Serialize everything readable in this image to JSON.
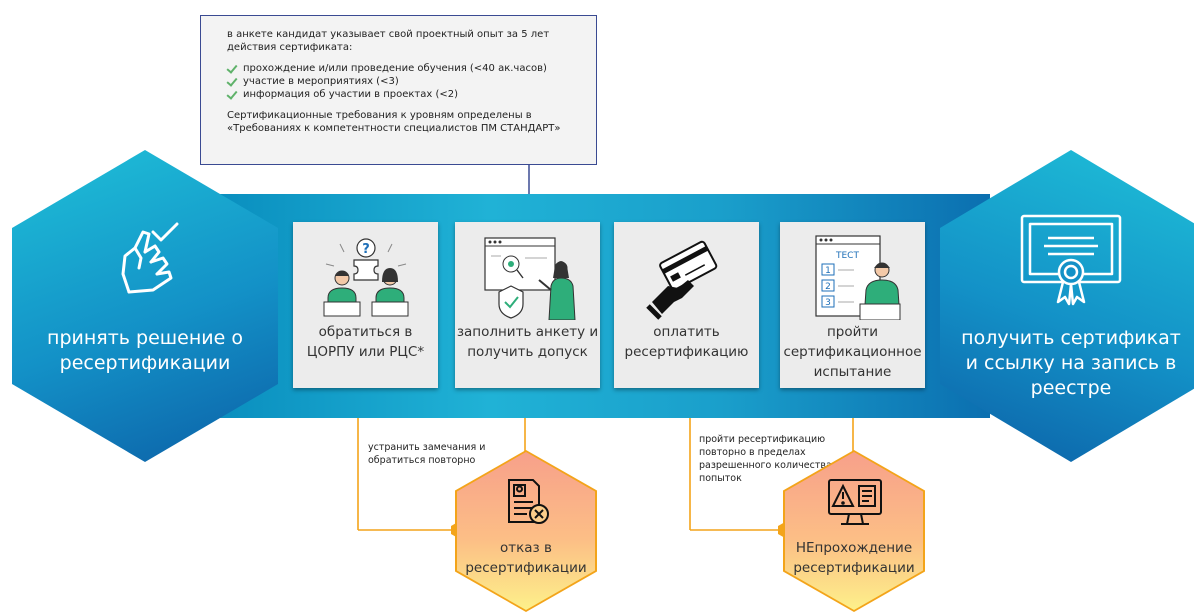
{
  "callout": {
    "intro": "в анкете кандидат указывает свой проектный опыт за 5 лет действия сертификата:",
    "items": [
      "прохождение и/или проведение обучения (<40 ак.часов)",
      "участие в мероприятиях (<3)",
      "информация об участии в проектах (<2)"
    ],
    "footer": "Сертификационные требования к уровням определены в «Требованиях к компетентности специалистов ПМ СТАНДАРТ»"
  },
  "start": {
    "label": "принять решение о ресертификации"
  },
  "end": {
    "label": "получить сертификат и ссылку на запись в реестре"
  },
  "steps": [
    {
      "label": "обратиться в ЦОРПУ или РЦС*"
    },
    {
      "label": "заполнить анкету и получить допуск"
    },
    {
      "label": "оплатить ресертификацию"
    },
    {
      "label": "пройти сертификационное испытание",
      "test_word": "ТЕСТ",
      "test_numbers": [
        "1",
        "2",
        "3"
      ]
    }
  ],
  "feedback": [
    {
      "note": "устранить замечания и обратиться повторно",
      "outcome": "отказ в ресертификации"
    },
    {
      "note": "пройти ресертификацию повторно в пределах разрешенного количества попыток",
      "outcome": "НЕпрохождение ресертификации"
    }
  ],
  "colors": {
    "accent_blue": "#1391c7",
    "connector_navy": "#3a4a92",
    "connector_orange": "#f3a41a",
    "check_green": "#5fb26a"
  }
}
